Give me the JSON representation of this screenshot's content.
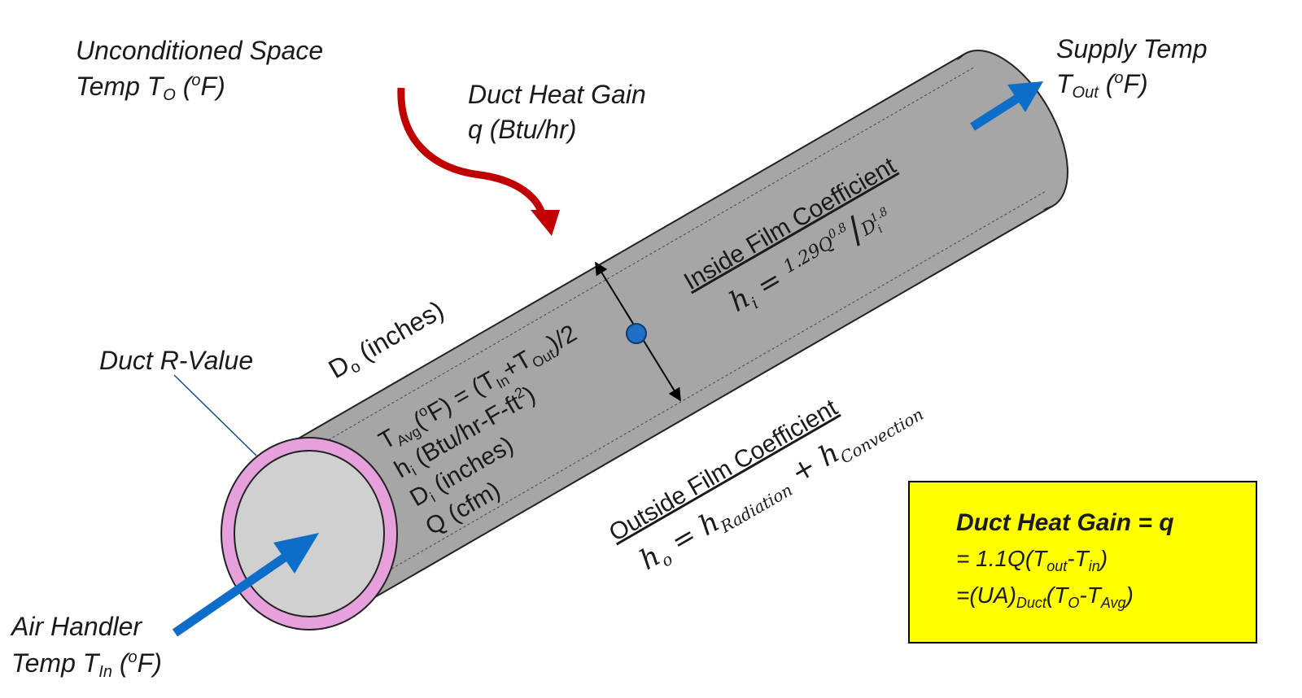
{
  "labels": {
    "unconditioned_line1": "Unconditioned Space",
    "unconditioned_line2_pre": "Temp T",
    "unconditioned_line2_sub": "O",
    "unconditioned_line2_mid": " (",
    "unconditioned_line2_sup": "o",
    "unconditioned_line2_post": "F)",
    "heat_gain_line1": "Duct Heat Gain",
    "heat_gain_line2": "q (Btu/hr)",
    "supply_line1": "Supply Temp",
    "supply_line2_pre": "T",
    "supply_line2_sub": "Out",
    "supply_line2_mid": " (",
    "supply_line2_sup": "o",
    "supply_line2_post": "F)",
    "rvalue": "Duct R-Value",
    "airhandler_line1": "Air Handler",
    "airhandler_line2_pre": "Temp T",
    "airhandler_line2_sub": "In",
    "airhandler_line2_mid": " (",
    "airhandler_line2_sup": "o",
    "airhandler_line2_post": "F)",
    "do_pre": "D",
    "do_sub": "o",
    "do_post": " (inches)",
    "tavg_pre": "T",
    "tavg_sub1": "Avg",
    "tavg_mid1": "(",
    "tavg_sup": "o",
    "tavg_mid2": "F) = (T",
    "tavg_sub2": "In",
    "tavg_mid3": "+T",
    "tavg_sub3": "Out",
    "tavg_post": ")/2",
    "hi_pre": "h",
    "hi_sub": "i",
    "hi_mid": " (Btu/hr-F-ft",
    "hi_sup": "2",
    "hi_post": ")",
    "di_pre": "D",
    "di_sub": "i",
    "di_post": " (inches)",
    "q_cfm": "Q (cfm)",
    "inside_title": "Inside Film Coefficient",
    "inside_eq_h": "h",
    "inside_eq_sub": "i",
    "inside_eq_eq": " = ",
    "inside_eq_num": "1.29Q",
    "inside_eq_num_sup": "0.8",
    "inside_eq_slash": "/",
    "inside_eq_den": "D",
    "inside_eq_den_sub": "i",
    "inside_eq_den_sup": "1.8",
    "outside_title": "Outside Film Coefficient",
    "outside_eq_h": "h",
    "outside_eq_sub": "o",
    "outside_eq_eq": " = h",
    "outside_eq_rad": "Radiation",
    "outside_eq_plus": " + h",
    "outside_eq_conv": "Convection"
  },
  "formula_box": {
    "title": "Duct Heat Gain = q",
    "line2_pre": "= 1.1Q(T",
    "line2_sub1": "out",
    "line2_mid": "-T",
    "line2_sub2": "in",
    "line2_post": ")",
    "line3_pre": "=(UA)",
    "line3_sub1": "Duct",
    "line3_mid1": "(T",
    "line3_sub2": "O",
    "line3_mid2": "-T",
    "line3_sub3": "Avg",
    "line3_post": ")"
  },
  "colors": {
    "duct_body": "#a6a6a6",
    "duct_end": "#d0d0d0",
    "insulation": "#e6a0dc",
    "air_arrow": "#0d6ec9",
    "heat_arrow": "#c00000",
    "box_fill": "#ffff00",
    "node": "#1f6fc4"
  }
}
